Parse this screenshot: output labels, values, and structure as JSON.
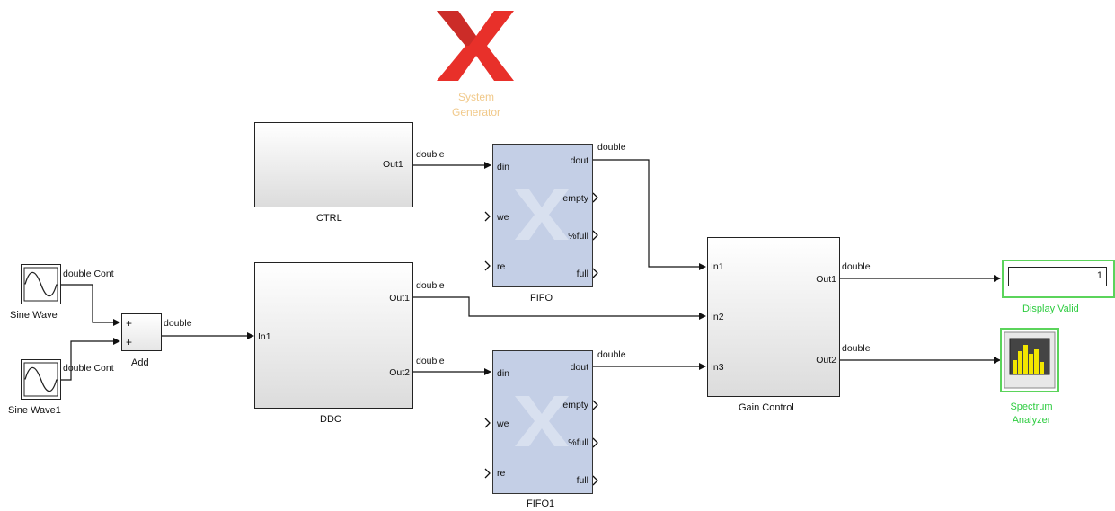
{
  "logo": {
    "line1": "System",
    "line2": "Generator"
  },
  "blocks": {
    "ctrl": {
      "title": "CTRL",
      "out1": "Out1"
    },
    "fifo": {
      "title": "FIFO",
      "din": "din",
      "we": "we",
      "re": "re",
      "dout": "dout",
      "empty": "empty",
      "pfull": "%full",
      "full": "full"
    },
    "fifo1": {
      "title": "FIFO1",
      "din": "din",
      "we": "we",
      "re": "re",
      "dout": "dout",
      "empty": "empty",
      "pfull": "%full",
      "full": "full"
    },
    "ddc": {
      "title": "DDC",
      "in1": "In1",
      "out1": "Out1",
      "out2": "Out2"
    },
    "gain": {
      "title": "Gain Control",
      "in1": "In1",
      "in2": "In2",
      "in3": "In3",
      "out1": "Out1",
      "out2": "Out2"
    },
    "sine": {
      "title": "Sine Wave"
    },
    "sine1": {
      "title": "Sine Wave1"
    },
    "add": {
      "title": "Add",
      "plus1": "+",
      "plus2": "+"
    },
    "display": {
      "title": "Display Valid",
      "value": "1"
    },
    "spectrum": {
      "line1": "Spectrum",
      "line2": "Analyzer"
    }
  },
  "signals": {
    "ctrl_out": "double",
    "fifo_out": "double",
    "ddc_out1": "double",
    "ddc_out2": "double",
    "fifo1_out": "double",
    "gain_out1": "double",
    "gain_out2": "double",
    "add_out": "double",
    "sine_out": "double Cont",
    "sine1_out": "double Cont"
  },
  "colors": {
    "fifo_fill": "#c4cfe6",
    "green_label": "#2ecc40",
    "logo_red": "#e8302a",
    "logo_text": "#f1c98a",
    "spectrum_bars": "#f2e600"
  }
}
